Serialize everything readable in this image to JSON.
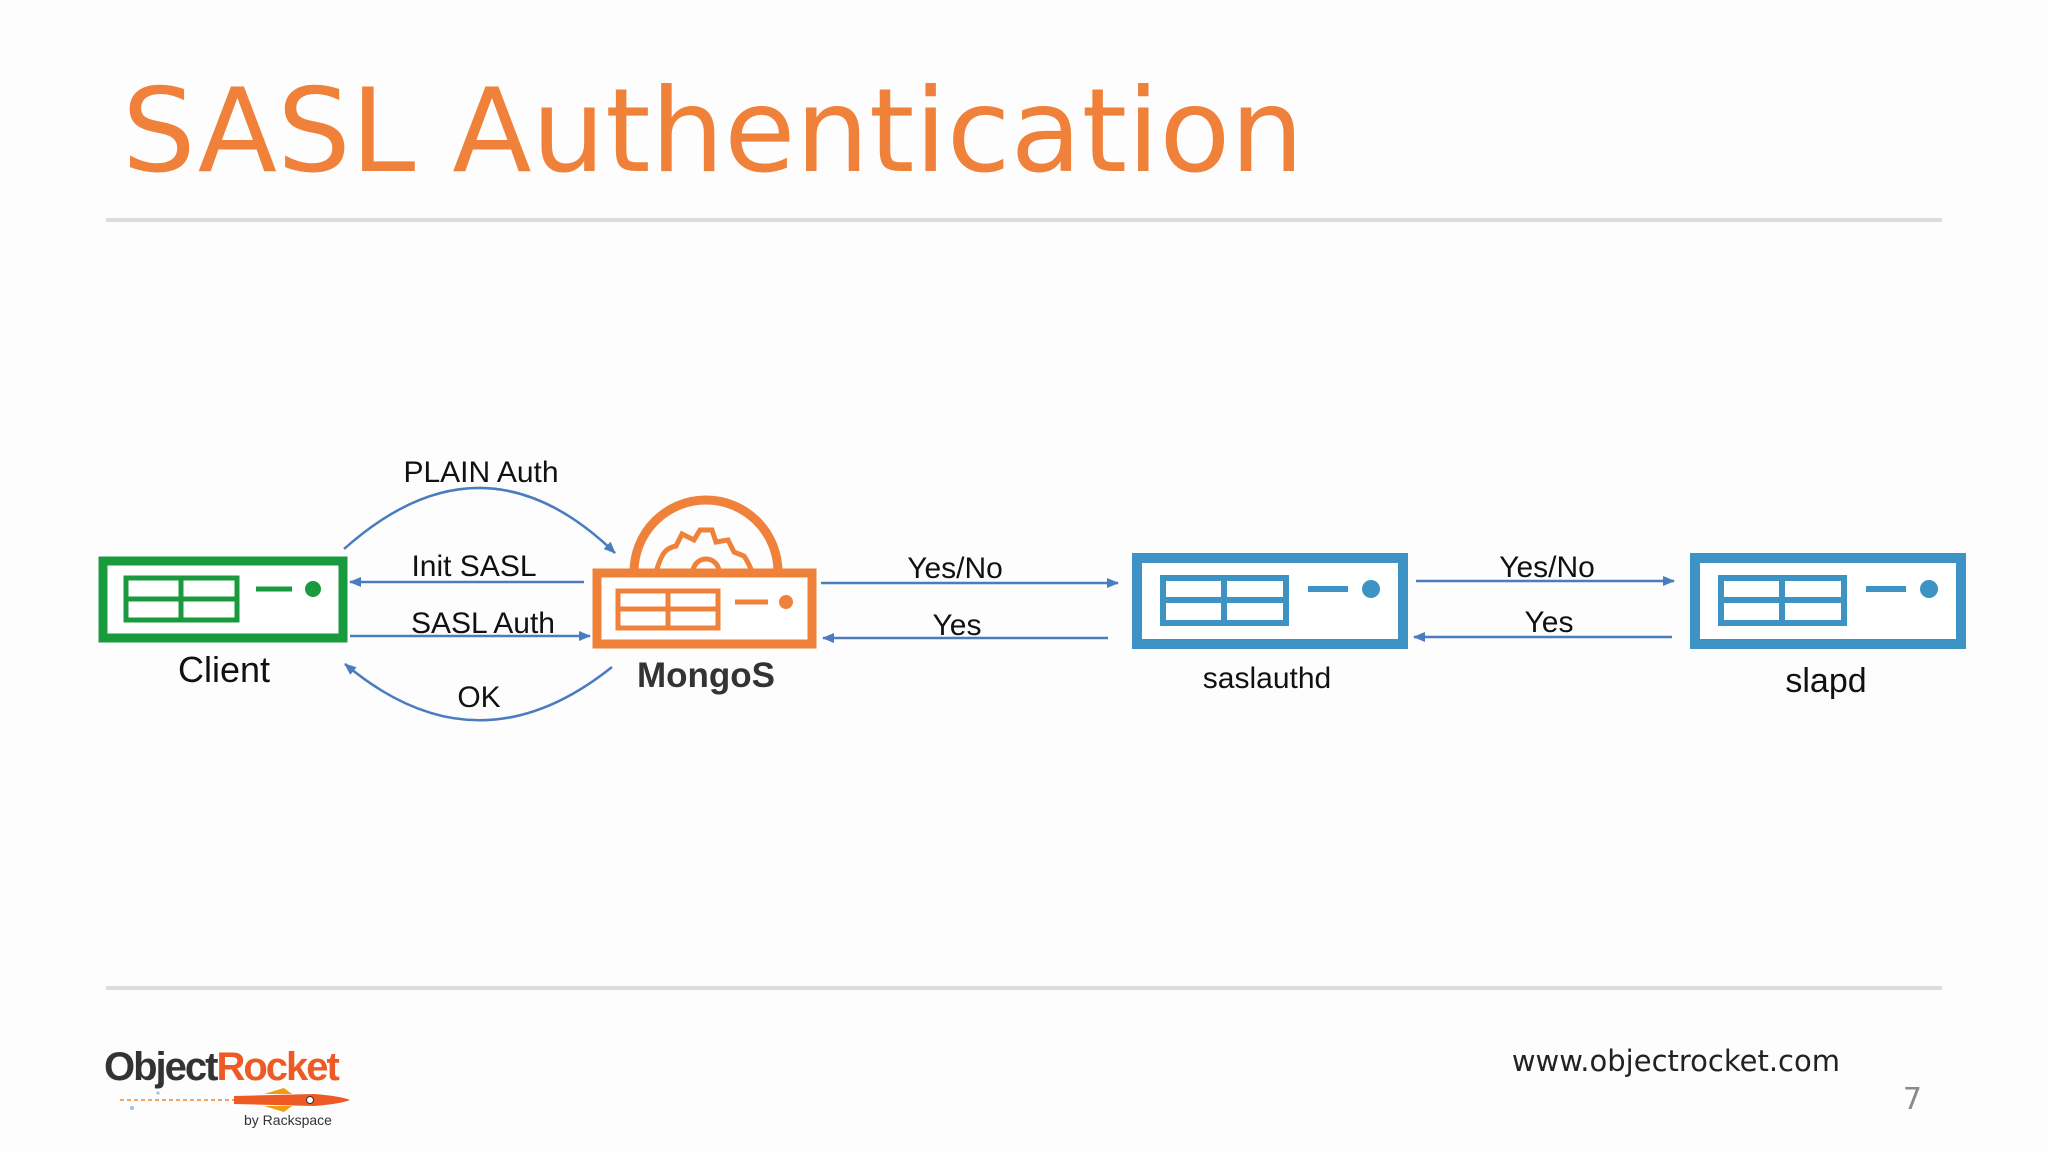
{
  "slide": {
    "title": "SASL Authentication",
    "footer_url": "www.objectrocket.com",
    "page_number": "7"
  },
  "logo": {
    "word_1": "Object",
    "word_2": "Rocket",
    "tagline": "by Rackspace"
  },
  "diagram": {
    "nodes": {
      "client": {
        "label": "Client",
        "color": "#1a9a3e",
        "icon": "server-icon"
      },
      "mongos": {
        "label": "MongoS",
        "color": "#f0813a",
        "icon": "server-gear-icon"
      },
      "saslauthd": {
        "label": "saslauthd",
        "color": "#3d94c4",
        "icon": "server-icon"
      },
      "slapd": {
        "label": "slapd",
        "color": "#3d94c4",
        "icon": "server-icon"
      }
    },
    "edges": {
      "plain_auth": "PLAIN Auth",
      "init_sasl": "Init SASL",
      "sasl_auth": "SASL Auth",
      "ok": "OK",
      "mongos_to_saslauthd": "Yes/No",
      "saslauthd_to_mongos": "Yes",
      "saslauthd_to_slapd": "Yes/No",
      "slapd_to_saslauthd": "Yes"
    },
    "arrow_color": "#4a7cc0"
  }
}
